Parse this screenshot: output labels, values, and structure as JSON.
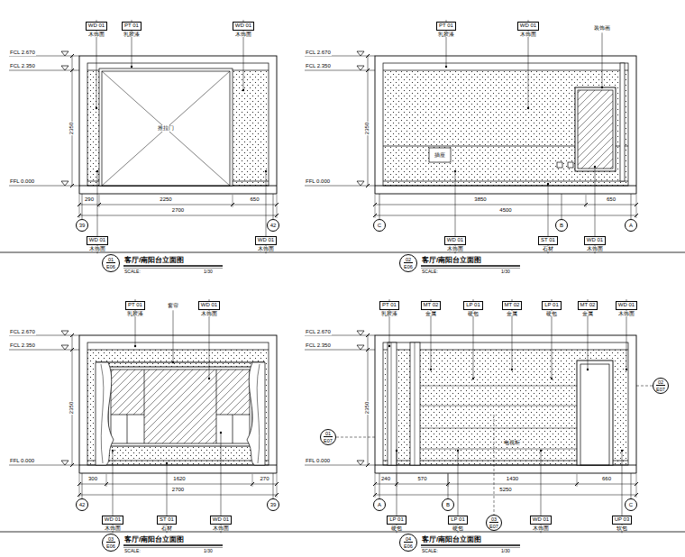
{
  "diagram": {
    "nodes": [
      {
        "text": [
          "WD 01",
          "木饰面"
        ]
      },
      {
        "text": [
          "PT 01",
          "乳胶漆"
        ]
      },
      {
        "text": [
          "WD 01",
          "木饰面"
        ]
      },
      {
        "text": [
          "39"
        ]
      },
      {
        "text": [
          "42"
        ]
      },
      {
        "text": [
          "WD 01",
          "木饰面"
        ]
      },
      {
        "text": [
          "WD 01",
          "木饰面"
        ]
      },
      {
        "text": [
          "01",
          "E06"
        ]
      },
      {
        "text": [
          "PT 01",
          "乳胶漆"
        ]
      },
      {
        "text": [
          "WD 01",
          "木饰面"
        ]
      },
      {
        "text": [
          "C"
        ]
      },
      {
        "text": [
          "B"
        ]
      },
      {
        "text": [
          "A"
        ]
      },
      {
        "text": [
          "WD 01",
          "木饰面"
        ]
      },
      {
        "text": [
          "ST 01",
          "石材"
        ]
      },
      {
        "text": [
          "WD 01",
          "木饰面"
        ]
      },
      {
        "text": [
          "02",
          "E06"
        ]
      },
      {
        "text": [
          "PT 01",
          "乳胶漆"
        ]
      },
      {
        "text": [
          "WD 01",
          "木饰面"
        ]
      },
      {
        "text": [
          "42"
        ]
      },
      {
        "text": [
          "39"
        ]
      },
      {
        "text": [
          "WD 01",
          "木饰面"
        ]
      },
      {
        "text": [
          "ST 01",
          "石材"
        ]
      },
      {
        "text": [
          "WD 01",
          "木饰面"
        ]
      },
      {
        "text": [
          "03",
          "E06"
        ]
      },
      {
        "text": [
          "PT 01",
          "乳胶漆"
        ]
      },
      {
        "text": [
          "MT 02",
          "金属"
        ]
      },
      {
        "text": [
          "LP 01",
          "硬包"
        ]
      },
      {
        "text": [
          "MT 02",
          "金属"
        ]
      },
      {
        "text": [
          "LP 01",
          "硬包"
        ]
      },
      {
        "text": [
          "MT 02",
          "金属"
        ]
      },
      {
        "text": [
          "WD 01",
          "木饰面"
        ]
      },
      {
        "text": [
          "01",
          "E07"
        ]
      },
      {
        "text": [
          "02",
          "E07"
        ]
      },
      {
        "text": [
          "A"
        ]
      },
      {
        "text": [
          "B"
        ]
      },
      {
        "text": [
          "C"
        ]
      },
      {
        "text": [
          "LP 01",
          "硬包"
        ]
      },
      {
        "text": [
          "LP 01",
          "硬包"
        ]
      },
      {
        "text": [
          "WD 01",
          "木饰面"
        ]
      },
      {
        "text": [
          "UP 03",
          "软包"
        ]
      },
      {
        "text": [
          "03",
          "E07"
        ]
      },
      {
        "text": [
          "04",
          "E06"
        ]
      }
    ],
    "labels": [
      "FCL 2.670",
      "FCL 2.350",
      "FFL 0.000",
      "2350",
      "290",
      "2250",
      "650",
      "2700",
      "推拉门",
      "客厅/南阳台立面图",
      "SCALE:",
      "1/30",
      "FCL 2.670",
      "FCL 2.350",
      "FFL 0.000",
      "2350",
      "3850",
      "650",
      "4500",
      "装饰画",
      "插座",
      "客厅/南阳台立面图",
      "SCALE:",
      "1/30",
      "FCL 2.670",
      "FCL 2.350",
      "FFL 0.000",
      "2350",
      "300",
      "1620",
      "270",
      "2700",
      "窗帘",
      "客厅/南阳台立面图",
      "SCALE:",
      "1/30",
      "FCL 2.670",
      "FCL 2.350",
      "FFL 0.000",
      "2350",
      "240",
      "570",
      "1430",
      "660",
      "5250",
      "电视柜",
      "客厅/南阳台立面图",
      "SCALE:",
      "1/30"
    ]
  }
}
